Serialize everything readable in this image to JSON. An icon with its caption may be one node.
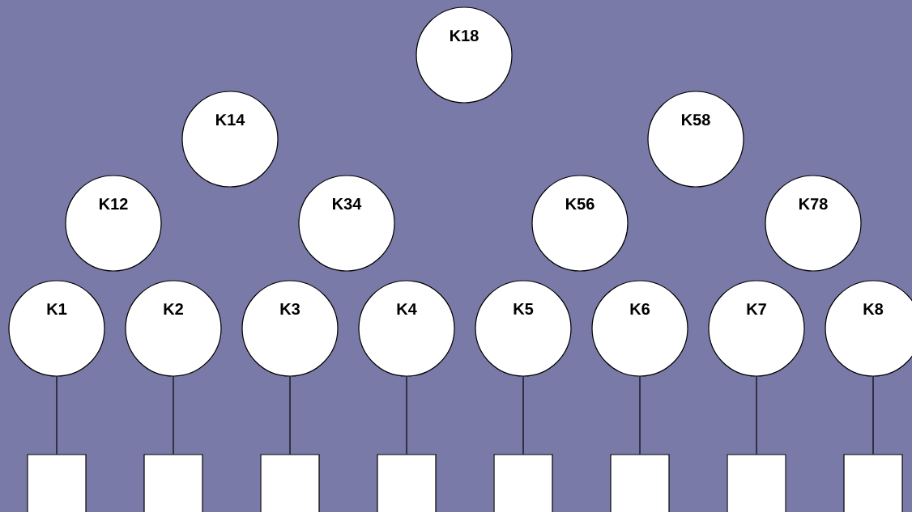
{
  "diagram": {
    "nodes": [
      {
        "text": [
          "K18"
        ]
      },
      {
        "text": [
          "K14"
        ]
      },
      {
        "text": [
          "K58"
        ]
      },
      {
        "text": [
          "K12"
        ]
      },
      {
        "text": [
          "K34"
        ]
      },
      {
        "text": [
          "K56"
        ]
      },
      {
        "text": [
          "K78"
        ]
      },
      {
        "text": [
          "K1"
        ]
      },
      {
        "text": [
          "K2"
        ]
      },
      {
        "text": [
          "K3"
        ]
      },
      {
        "text": [
          "K4"
        ]
      },
      {
        "text": [
          "K5"
        ]
      },
      {
        "text": [
          "K6"
        ]
      },
      {
        "text": [
          "K7"
        ]
      },
      {
        "text": [
          "K8"
        ]
      },
      {
        "text": [],
        "shape": "box"
      },
      {
        "text": [],
        "shape": "box"
      },
      {
        "text": [],
        "shape": "box"
      },
      {
        "text": [],
        "shape": "box"
      },
      {
        "text": [],
        "shape": "box"
      },
      {
        "text": [],
        "shape": "box"
      },
      {
        "text": [],
        "shape": "box"
      },
      {
        "text": [],
        "shape": "box"
      }
    ],
    "edges": [
      {
        "from": 7,
        "to": 15,
        "arrow": "none"
      },
      {
        "from": 8,
        "to": 16,
        "arrow": "none"
      },
      {
        "from": 9,
        "to": 17,
        "arrow": "none"
      },
      {
        "from": 10,
        "to": 18,
        "arrow": "none"
      },
      {
        "from": 11,
        "to": 19,
        "arrow": "none"
      },
      {
        "from": 12,
        "to": 20,
        "arrow": "none"
      },
      {
        "from": 13,
        "to": 21,
        "arrow": "none"
      },
      {
        "from": 14,
        "to": 22,
        "arrow": "none"
      }
    ]
  }
}
